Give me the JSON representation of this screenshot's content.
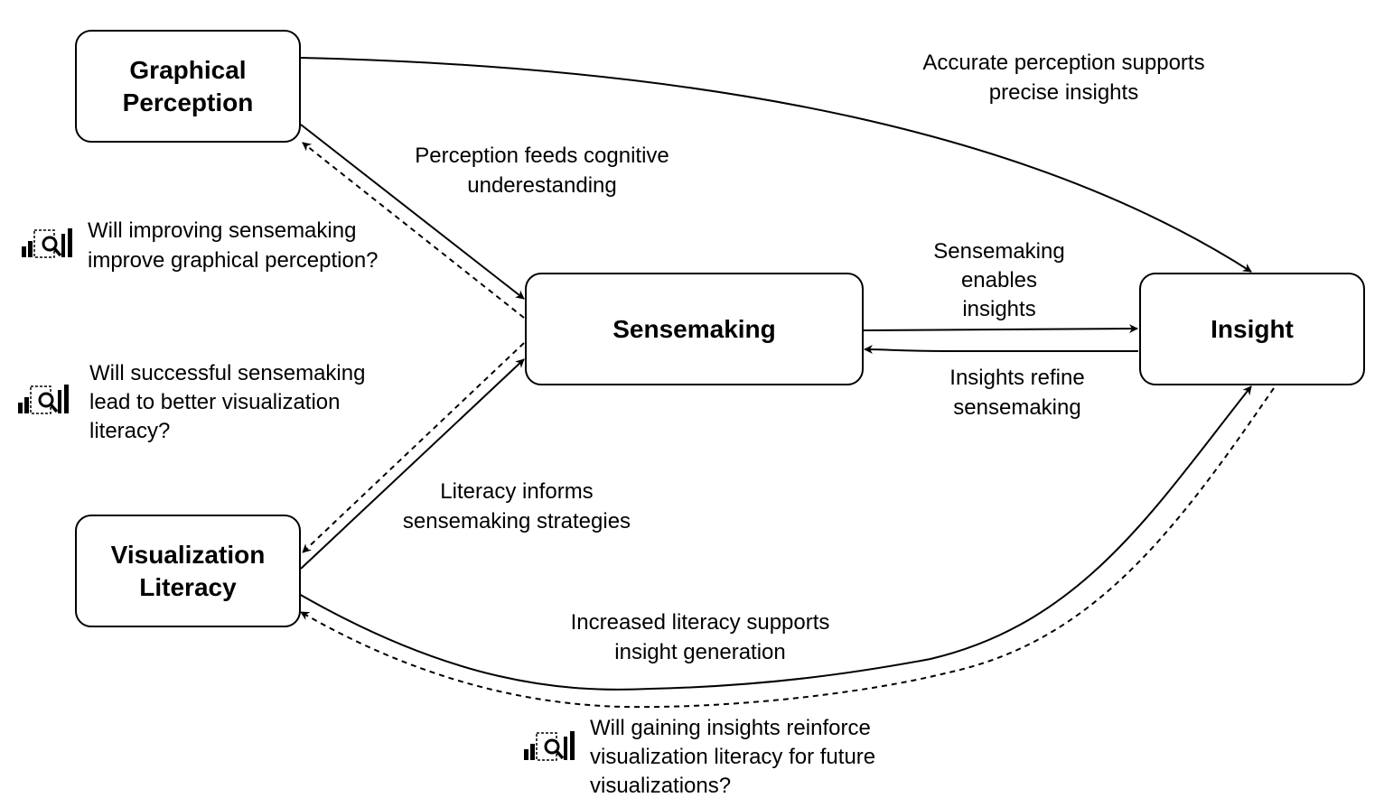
{
  "nodes": {
    "graphical_perception": "Graphical\nPerception",
    "sensemaking": "Sensemaking",
    "insight": "Insight",
    "visualization_literacy": "Visualization\nLiteracy"
  },
  "edge_labels": {
    "perception_to_insight": "Accurate perception supports\nprecise insights",
    "perception_to_sensemaking": "Perception feeds cognitive\nunderestanding",
    "sensemaking_to_insight": "Sensemaking\nenables\ninsights",
    "insight_to_sensemaking": "Insights refine\nsensemaking",
    "literacy_to_sensemaking": "Literacy informs\nsensemaking strategies",
    "literacy_to_insight": "Increased literacy supports\ninsight generation"
  },
  "questions": {
    "q1": "Will improving sensemaking\nimprove graphical perception?",
    "q2": "Will successful sensemaking\nlead to better visualization\nliteracy?",
    "q3": "Will gaining insights reinforce\nvisualization literacy for future\nvisualizations?"
  },
  "icons": {
    "question_icon": "chart-magnifier-icon"
  },
  "colors": {
    "stroke": "#000000",
    "background": "#ffffff"
  }
}
